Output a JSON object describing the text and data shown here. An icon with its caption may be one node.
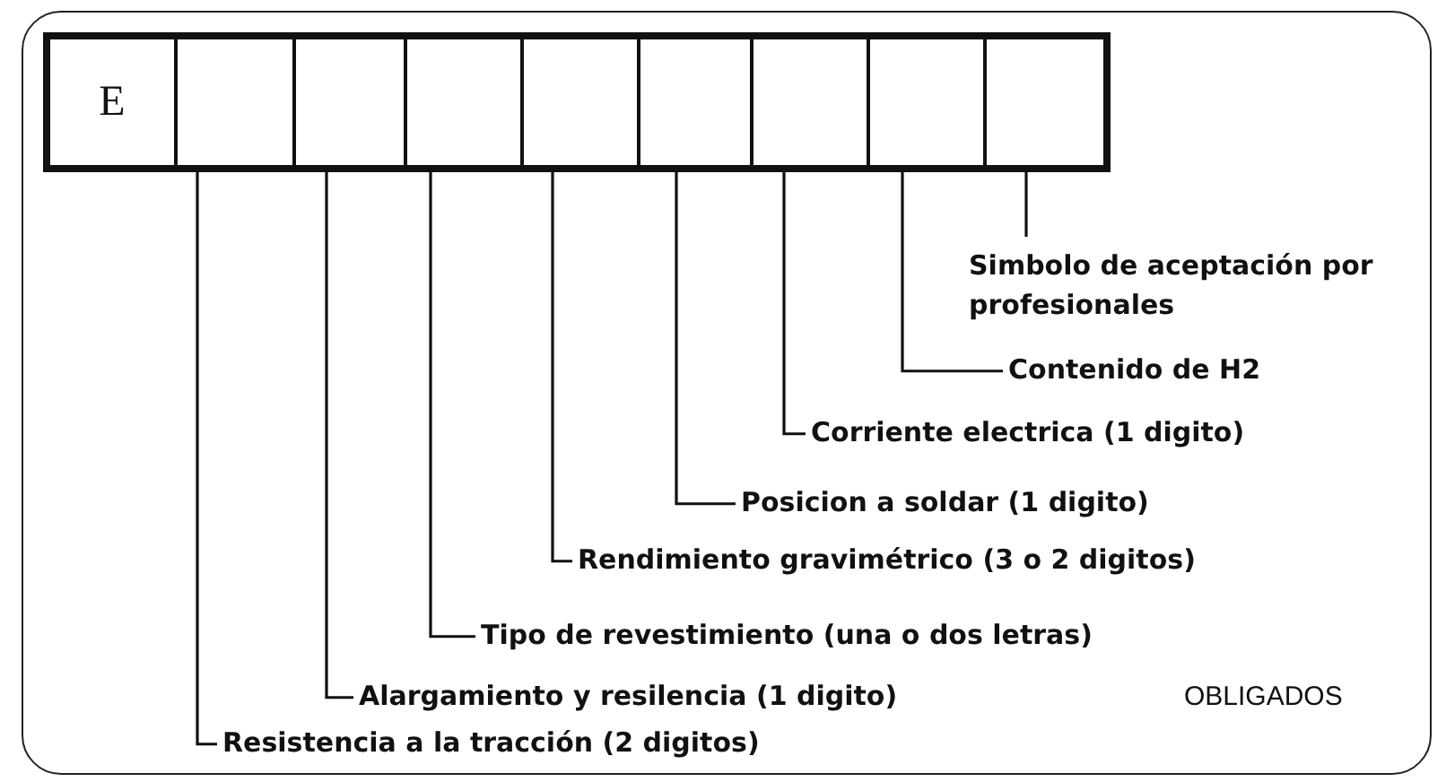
{
  "diagram": {
    "nodes": [
      {
        "text": [
          "E"
        ]
      },
      {
        "text": [],
        "shape": "box"
      },
      {
        "text": [],
        "shape": "box"
      },
      {
        "text": [],
        "shape": "box"
      },
      {
        "text": [],
        "shape": "box"
      },
      {
        "text": [],
        "shape": "box"
      },
      {
        "text": [],
        "shape": "box"
      },
      {
        "text": [],
        "shape": "box"
      },
      {
        "text": [],
        "shape": "box"
      },
      {
        "text": [
          "Simbolo de aceptación por profesionales"
        ]
      },
      {
        "text": [
          "Contenido de H2"
        ]
      },
      {
        "text": [
          "Corriente electrica (1 digito)"
        ]
      },
      {
        "text": [
          "Posicion a soldar (1 digito)"
        ]
      },
      {
        "text": [
          "Rendimiento gravimétrico (3 o 2 digitos)"
        ]
      },
      {
        "text": [
          "Tipo de revestimiento (una o dos letras)"
        ]
      },
      {
        "text": [
          "Alargamiento y resilencia (1 digito)"
        ]
      },
      {
        "text": [
          "Resistencia a la tracción (2 digitos)"
        ]
      }
    ],
    "edges": [
      {
        "from": 9,
        "to": 8,
        "arrow": "none"
      },
      {
        "from": 10,
        "to": 7,
        "arrow": "none"
      },
      {
        "from": 11,
        "to": 6,
        "arrow": "none"
      },
      {
        "from": 12,
        "to": 5,
        "arrow": "none"
      },
      {
        "from": 13,
        "to": 4,
        "arrow": "none"
      },
      {
        "from": 14,
        "to": 3,
        "arrow": "none"
      },
      {
        "from": 15,
        "to": 2,
        "arrow": "none"
      },
      {
        "from": 16,
        "to": 1,
        "arrow": "none"
      }
    ],
    "labels": [
      "OBLIGADOS"
    ]
  }
}
